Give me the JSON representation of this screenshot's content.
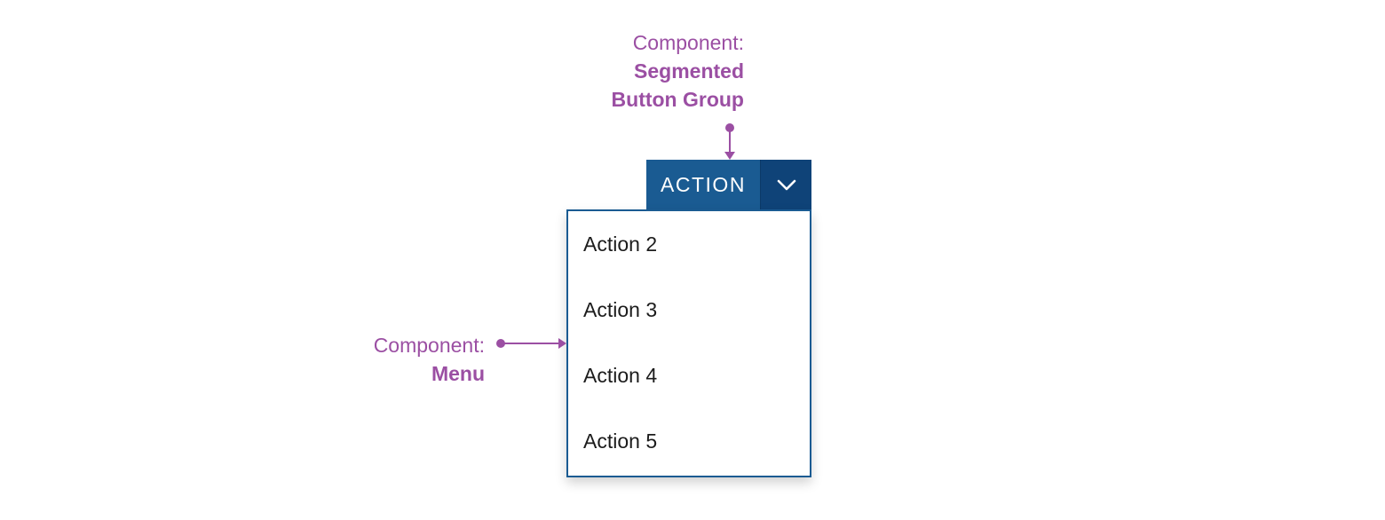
{
  "annotations": {
    "segmented": {
      "prefix": "Component:",
      "name_line1": "Segmented",
      "name_line2": "Button Group"
    },
    "menu": {
      "prefix": "Component:",
      "name": "Menu"
    }
  },
  "segmented_button": {
    "main_label": "ACTION",
    "toggle_icon": "chevron-down-icon"
  },
  "menu": {
    "items": [
      {
        "label": "Action 2"
      },
      {
        "label": "Action 3"
      },
      {
        "label": "Action 4"
      },
      {
        "label": "Action 5"
      }
    ]
  },
  "colors": {
    "annotation": "#9b4fa3",
    "button_main": "#1a5b92",
    "button_toggle": "#0f4378",
    "menu_border": "#1a5b92"
  }
}
